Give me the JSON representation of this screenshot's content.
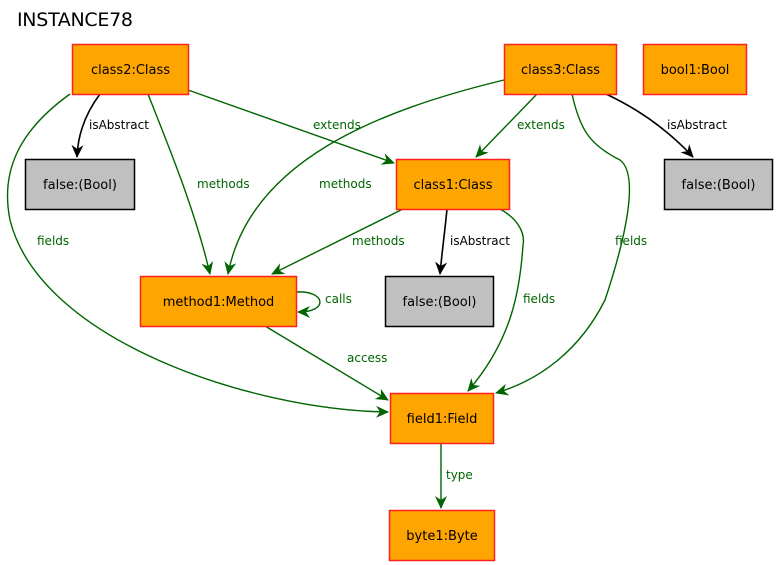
{
  "title": "INSTANCE78",
  "colors": {
    "object_fill": "#FFA500",
    "object_border": "#FF2020",
    "value_fill": "#C0C0C0",
    "value_border": "#000000",
    "reference_edge": "#006400",
    "attribute_edge": "#000000"
  },
  "nodes": [
    {
      "id": "class2",
      "label": "class2:Class",
      "kind": "object"
    },
    {
      "id": "class3",
      "label": "class3:Class",
      "kind": "object"
    },
    {
      "id": "bool1",
      "label": "bool1:Bool",
      "kind": "object"
    },
    {
      "id": "false_a",
      "label": "false:(Bool)",
      "kind": "value"
    },
    {
      "id": "class1",
      "label": "class1:Class",
      "kind": "object"
    },
    {
      "id": "false_c",
      "label": "false:(Bool)",
      "kind": "value"
    },
    {
      "id": "method1",
      "label": "method1:Method",
      "kind": "object"
    },
    {
      "id": "false_b",
      "label": "false:(Bool)",
      "kind": "value"
    },
    {
      "id": "field1",
      "label": "field1:Field",
      "kind": "object"
    },
    {
      "id": "byte1",
      "label": "byte1:Byte",
      "kind": "object"
    }
  ],
  "edges": [
    {
      "from": "class2",
      "to": "false_a",
      "label": "isAbstract",
      "kind": "attribute"
    },
    {
      "from": "class2",
      "to": "method1",
      "label": "methods",
      "kind": "reference"
    },
    {
      "from": "class2",
      "to": "class1",
      "label": "extends",
      "kind": "reference"
    },
    {
      "from": "class2",
      "to": "field1",
      "label": "fields",
      "kind": "reference"
    },
    {
      "from": "class3",
      "to": "method1",
      "label": "methods",
      "kind": "reference"
    },
    {
      "from": "class3",
      "to": "class1",
      "label": "extends",
      "kind": "reference"
    },
    {
      "from": "class3",
      "to": "field1",
      "label": "fields",
      "kind": "reference"
    },
    {
      "from": "class3",
      "to": "false_c",
      "label": "isAbstract",
      "kind": "attribute"
    },
    {
      "from": "class1",
      "to": "method1",
      "label": "methods",
      "kind": "reference"
    },
    {
      "from": "class1",
      "to": "false_b",
      "label": "isAbstract",
      "kind": "attribute"
    },
    {
      "from": "class1",
      "to": "field1",
      "label": "fields",
      "kind": "reference"
    },
    {
      "from": "method1",
      "to": "method1",
      "label": "calls",
      "kind": "reference"
    },
    {
      "from": "method1",
      "to": "field1",
      "label": "access",
      "kind": "reference"
    },
    {
      "from": "field1",
      "to": "byte1",
      "label": "type",
      "kind": "reference"
    }
  ]
}
